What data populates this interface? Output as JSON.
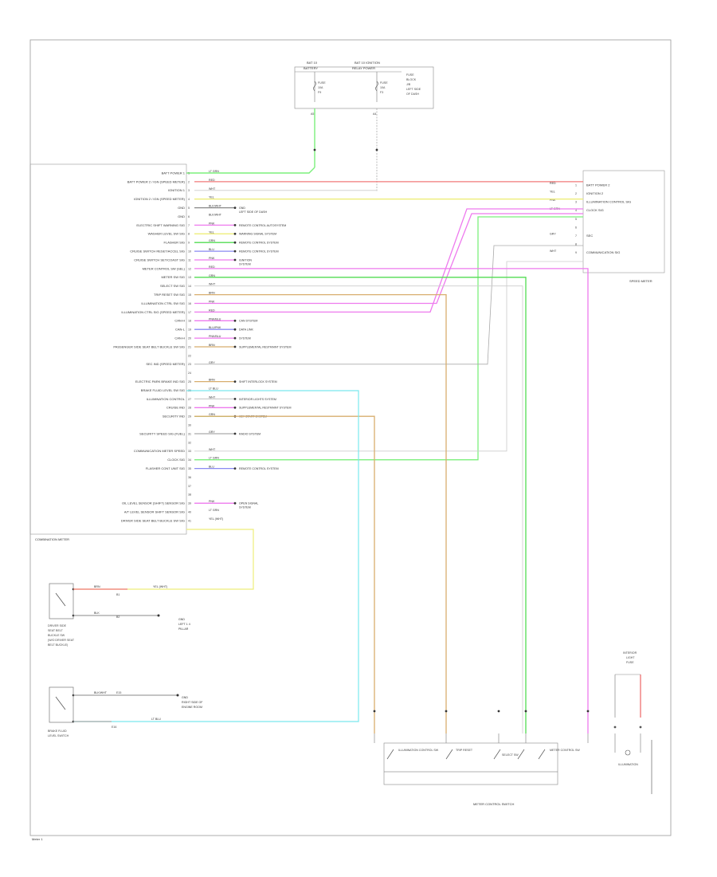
{
  "fuse_box": {
    "left_title": [
      "BAT 10",
      "BATTERY"
    ],
    "right_title": [
      "BAT 10 IGNITION",
      "RELAY POWER"
    ],
    "left_fuse": [
      "FUSE",
      "10A",
      "F9"
    ],
    "right_fuse": [
      "FUSE",
      "10A",
      "F3"
    ],
    "note": [
      "FUSE",
      "BLOCK",
      "J/B",
      "LEFT SIDE",
      "OF DASH"
    ],
    "pin_left": "A5",
    "pin_right": "A4"
  },
  "combination_meter": {
    "name": "COMBINATION METER",
    "pins": [
      {
        "label": "BATT POWER 1",
        "num": "1",
        "wire": "LT GRN"
      },
      {
        "label": "BATT POWER 2 / IGN (SPEED METER)",
        "num": "2",
        "wire": "RED"
      },
      {
        "label": "IGNITION 1",
        "num": "3",
        "wire": "WHT"
      },
      {
        "label": "IGNITION 2 / IGN (SPEED METER)",
        "num": "4",
        "wire": "YEL"
      },
      {
        "label": "GND",
        "num": "5",
        "wire": "BLK/WHT"
      },
      {
        "label": "GND",
        "num": "6",
        "wire": "BLK/WHT"
      },
      {
        "label": "ELECTRIC SHIFT WARNING SIG",
        "num": "7",
        "wire": "PNK"
      },
      {
        "label": "WASHER LEVEL SW SIG",
        "num": "8",
        "wire": "YEL"
      },
      {
        "label": "FLASHER SIG",
        "num": "9",
        "wire": "GRN"
      },
      {
        "label": "CRUISE SWITCH RESET/ACCEL SIG",
        "num": "10",
        "wire": "BLU"
      },
      {
        "label": "CRUISE SWITCH SET/COAST SIG",
        "num": "11",
        "wire": "PNK"
      },
      {
        "label": "METER CONTROL SW (SEL)",
        "num": "12",
        "wire": "RED"
      },
      {
        "label": "METER SW SIG",
        "num": "13",
        "wire": "GRN"
      },
      {
        "label": "SELECT SW SIG",
        "num": "14",
        "wire": "WHT"
      },
      {
        "label": "TRIP RESET SW SIG",
        "num": "15",
        "wire": "BRN"
      },
      {
        "label": "ILLUMINATION CTRL SW SIG",
        "num": "16",
        "wire": "PNK"
      },
      {
        "label": "ILLUMINATION CTRL SIG (SPEED METER)",
        "num": "17",
        "wire": "RED"
      },
      {
        "label": "CAN-H",
        "num": "18",
        "wire": "PNK/BLU"
      },
      {
        "label": "CAN-L",
        "num": "19",
        "wire": "BLU/PNK"
      },
      {
        "label": "CAN-H",
        "num": "20",
        "wire": "PNK/BLU"
      },
      {
        "label": "PASSENGER SIDE SEAT BELT BUCKLE SW SIG",
        "num": "21",
        "wire": "BRN"
      },
      {
        "label": "",
        "num": "22",
        "wire": ""
      },
      {
        "label": "SEC IND (SPEED METER)",
        "num": "23",
        "wire": "GRY"
      },
      {
        "label": "",
        "num": "24",
        "wire": ""
      },
      {
        "label": "ELECTRIC PARK BRAKE IND SIG",
        "num": "25",
        "wire": "BRN"
      },
      {
        "label": "BRAKE FLUID LEVEL SW SIG",
        "num": "26",
        "wire": "LT BLU"
      },
      {
        "label": "ILLUMINATION CONTROL",
        "num": "27",
        "wire": "WHT"
      },
      {
        "label": "CRUISE IND",
        "num": "28",
        "wire": "PNK"
      },
      {
        "label": "SECURITY IND",
        "num": "29",
        "wire": "GRN"
      },
      {
        "label": "",
        "num": "30",
        "wire": ""
      },
      {
        "label": "SECURITY SPEED SIG (FUEL)",
        "num": "31",
        "wire": "GRY"
      },
      {
        "label": "",
        "num": "32",
        "wire": ""
      },
      {
        "label": "COMMUNICATION METER SPEED",
        "num": "33",
        "wire": "WHT"
      },
      {
        "label": "CLOCK SIG",
        "num": "34",
        "wire": "LT GRN"
      },
      {
        "label": "FLASHER CONT UNIT SIG",
        "num": "35",
        "wire": "BLU"
      },
      {
        "label": "",
        "num": "36",
        "wire": ""
      },
      {
        "label": "",
        "num": "37",
        "wire": ""
      },
      {
        "label": "",
        "num": "38",
        "wire": ""
      },
      {
        "label": "OIL LEVEL SENSOR (SHIFT) SENSOR SIG",
        "num": "39",
        "wire": "PNK"
      },
      {
        "label": "A/T LEVEL SENSOR SHIFT SENSOR SIG",
        "num": "40",
        "wire": "LT GRN"
      },
      {
        "label": "DRIVER SIDE SEAT BELT BUCKLE SW SIG",
        "num": "41",
        "wire": "YEL (WHT)"
      }
    ]
  },
  "destinations": [
    {
      "pin": "5",
      "text": [
        "GND",
        "LEFT SIDE OF DASH"
      ]
    },
    {
      "pin": "7",
      "text": [
        "REMOTE CONTROL AUTOSYSTEM"
      ]
    },
    {
      "pin": "8",
      "text": [
        "WARNING SIGNAL SYSTEM"
      ]
    },
    {
      "pin": "9",
      "text": [
        "REMOTE CONTROL SYSTEM"
      ]
    },
    {
      "pin": "10",
      "text": [
        "REMOTE CONTROL SYSTEM"
      ]
    },
    {
      "pin": "11",
      "text": [
        "IGNITION",
        "SYSTEM"
      ]
    },
    {
      "pin": "18",
      "text": [
        "CAN SYSTEM"
      ]
    },
    {
      "pin": "19",
      "text": [
        "DATA LINK"
      ]
    },
    {
      "pin": "20",
      "text": [
        "SYSTEM"
      ]
    },
    {
      "pin": "21",
      "text": [
        "SUPPLEMENTAL RESTRAINT SYSTEM"
      ]
    },
    {
      "pin": "25",
      "text": [
        "SHIFT INTERLOCK SYSTEM"
      ]
    },
    {
      "pin": "27",
      "text": [
        "INTERIOR LIGHTS SYSTEM"
      ]
    },
    {
      "pin": "28",
      "text": [
        "SUPPLEMENTAL RESTRAINT SYSTEM"
      ]
    },
    {
      "pin": "29",
      "text": [
        "KEY START SYSTEM"
      ]
    },
    {
      "pin": "31",
      "text": [
        "RADIO SYSTEM"
      ]
    },
    {
      "pin": "35",
      "text": [
        "REMOTE CONTROL SYSTEM"
      ]
    },
    {
      "pin": "39",
      "text": [
        "OPEN SIGNAL",
        "SYSTEM"
      ]
    }
  ],
  "speed_meter": {
    "name": "SPEED METER",
    "pins": [
      {
        "label": "BATT POWER 2",
        "num": "1",
        "wire": "RED"
      },
      {
        "label": "IGNITION 2",
        "num": "2",
        "wire": "YEL"
      },
      {
        "label": "ILLUMINATION CONTROL SIG",
        "num": "3",
        "wire": "PNK"
      },
      {
        "label": "CLOCK SIG",
        "num": "4",
        "wire": "LT GRN"
      },
      {
        "label": "",
        "num": "5",
        "wire": ""
      },
      {
        "label": "",
        "num": "6",
        "wire": ""
      },
      {
        "label": "SEC",
        "num": "7",
        "wire": "GRY"
      },
      {
        "label": "",
        "num": "8",
        "wire": ""
      },
      {
        "label": "COMMUNICATION SIG",
        "num": "9",
        "wire": "WHT"
      }
    ]
  },
  "driver_switch": {
    "name": [
      "DRIVER SIDE",
      "SEAT BELT",
      "BUCKLE SW",
      "(W/O DRIVER SEAT",
      "BELT BUCKLE)"
    ],
    "wire_top": "BRN",
    "wire_top2": "YEL (WHT)",
    "wire_bottom": "BLK",
    "gnd_tag": [
      "GND",
      "LEFT 1 4",
      "PILLAR"
    ],
    "pin_a": "B1",
    "pin_b": "B2"
  },
  "brake_switch": {
    "name": [
      "BRAKE FLUID",
      "LEVEL SWITCH"
    ],
    "wire_top": "BLK/WHT",
    "wire_bottom": "LT BLU",
    "gnd_tag": [
      "GND",
      "RIGHT SIDE OF",
      "ENGINE ROOM"
    ],
    "pin_a": "E15",
    "pin_b": "E16"
  },
  "meter_control_switch": {
    "name": "METER CONTROL SWITCH",
    "parts": [
      "ILLUMINATION CONTROL SW",
      "TRIP RESET",
      "SELECT SW",
      "METER CONTROL SW"
    ]
  },
  "illumination": {
    "top": [
      "INTERIOR",
      "LIGHT",
      "FUSE"
    ],
    "label": "ILLUMINATION"
  },
  "footer": "Meter 1",
  "colors": {
    "lt_grn": "#7cf07c",
    "red": "#f07a7a",
    "yellow": "#eeee7a",
    "pink": "#ee7aee",
    "blue": "#8a8af2",
    "lt_blu": "#7ae8ee",
    "brown": "#d8ae6e",
    "green": "#52dc52",
    "gray": "#aaaaaa",
    "white_wire": "#cccccc"
  }
}
